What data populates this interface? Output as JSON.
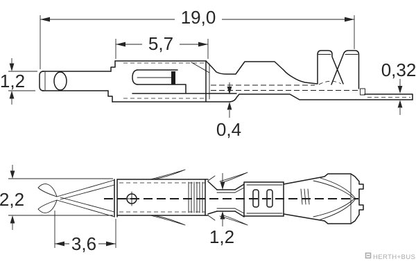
{
  "branding": {
    "logo_text": "HERTH+BUSS"
  },
  "dimensions": {
    "side_view": {
      "overall_length": "19,0",
      "contact_box_length": "5,7",
      "tip_height": "1,2",
      "rear_material_thickness": "0,32",
      "base_material_thickness": "0,4"
    },
    "plan_view": {
      "body_width": "2,2",
      "spring_arm_length": "3,6",
      "neck_width": "1,2"
    }
  },
  "colors": {
    "line_color": "#1c1c1c",
    "dim_color": "#262626",
    "logo_color": "#a9a9a9",
    "bg_color": "#ffffff"
  }
}
